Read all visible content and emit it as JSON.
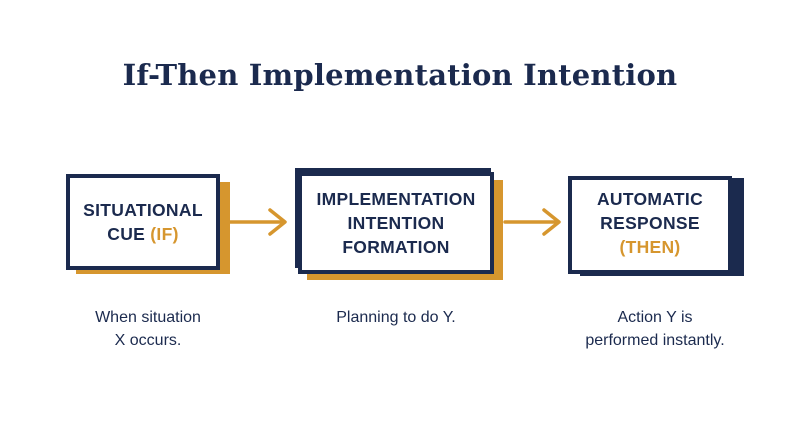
{
  "title": "If-Then Implementation Intention",
  "colors": {
    "navy": "#1b2a4e",
    "accent": "#d6962e",
    "background": "#ffffff"
  },
  "steps": [
    {
      "label_line1": "SITUATIONAL",
      "label_line2_main": "CUE ",
      "label_line2_accent": "(IF)",
      "caption_line1": "When situation",
      "caption_line2": "X occurs."
    },
    {
      "label_line1": "IMPLEMENTATION",
      "label_line2": "INTENTION",
      "label_line3": "FORMATION",
      "caption_line1": "Planning to do Y."
    },
    {
      "label_line1": "AUTOMATIC",
      "label_line2": "RESPONSE",
      "label_line3_accent": "(THEN)",
      "caption_line1": "Action Y is",
      "caption_line2": "performed instantly."
    }
  ]
}
